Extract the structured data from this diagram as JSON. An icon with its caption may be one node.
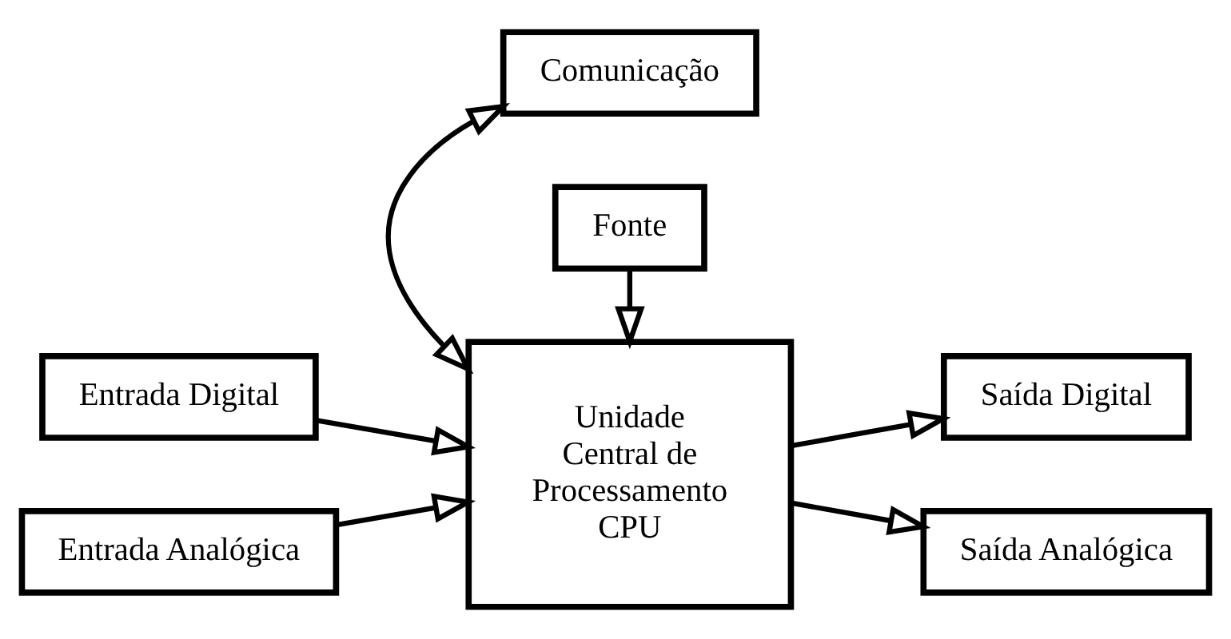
{
  "diagram": {
    "nodes": [
      {
        "text": [
          "Comunicação"
        ]
      },
      {
        "text": [
          "Entrada Digital"
        ]
      },
      {
        "text": [
          "Entrada Analógica"
        ]
      },
      {
        "text": [
          "Unidade Central de Processamento CPU"
        ]
      },
      {
        "text": [
          "Saída Digital"
        ]
      },
      {
        "text": [
          "Saída Analógica"
        ]
      },
      {
        "text": [
          "Fonte"
        ]
      }
    ],
    "edges": [
      {
        "from": 0,
        "to": 3,
        "arrow": "both"
      },
      {
        "from": 1,
        "to": 3,
        "arrow": "to"
      },
      {
        "from": 2,
        "to": 3,
        "arrow": "to"
      },
      {
        "from": 3,
        "to": 4,
        "arrow": "to"
      },
      {
        "from": 3,
        "to": 5,
        "arrow": "to"
      },
      {
        "from": 6,
        "to": 3,
        "arrow": "to"
      }
    ]
  }
}
